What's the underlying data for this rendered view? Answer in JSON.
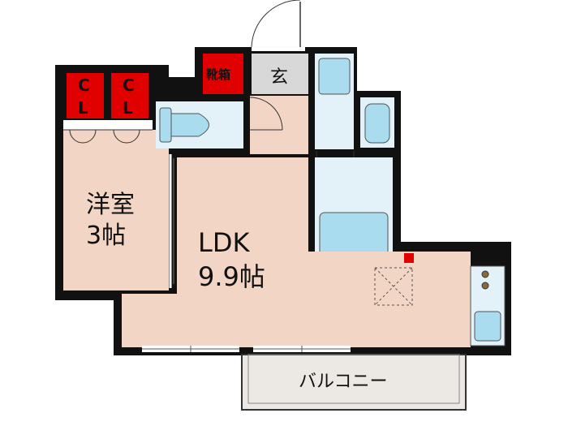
{
  "rooms": {
    "western_room": {
      "name": "洋室",
      "size": "3帖"
    },
    "ldk": {
      "name": "LDK",
      "size": "9.9帖"
    },
    "entrance": {
      "label": "玄"
    },
    "shoe_cabinet": {
      "label": "靴箱"
    },
    "closet_left": {
      "line1": "C",
      "line2": "L"
    },
    "closet_right": {
      "line1": "C",
      "line2": "L"
    },
    "balcony": {
      "label": "バルコニー"
    }
  },
  "colors": {
    "wall": "#111111",
    "room_floor": "#f2d5c4",
    "wet_area": "#e3f1f8",
    "fixture": "#a8dcee",
    "storage": "#e00000",
    "balcony": "#ece9e4",
    "entrance_floor": "#d8d8d8"
  }
}
